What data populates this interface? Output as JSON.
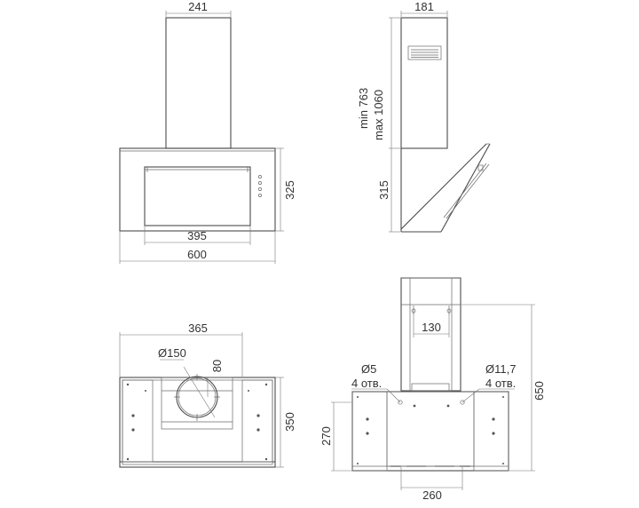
{
  "front_view": {
    "chimney_width": "241",
    "glass_width": "395",
    "total_width": "600",
    "body_height": "325"
  },
  "side_view": {
    "depth": "181",
    "chimney_min": "min 763",
    "chimney_max": "max 1060",
    "body_height": "315"
  },
  "top_view": {
    "outlet_offset": "365",
    "outlet_diameter": "Ø150",
    "outlet_center": "80",
    "depth": "350"
  },
  "rear_view": {
    "bracket_spacing": "130",
    "small_hole": "Ø5",
    "small_hole_count": "4 отв.",
    "large_hole": "Ø11,7",
    "large_hole_count": "4 отв.",
    "mount_height": "270",
    "total_height": "650",
    "mount_width": "260"
  }
}
